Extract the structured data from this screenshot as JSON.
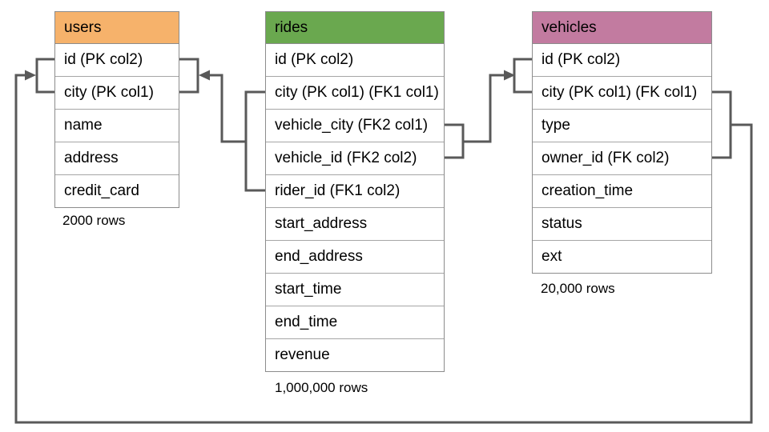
{
  "diagram": {
    "line_color": "#595959",
    "table_border_color": "#8c8c8c"
  },
  "tables": [
    {
      "name": "users",
      "color": "#f6b26b",
      "columns": [
        "id (PK col2)",
        "city (PK col1)",
        "name",
        "address",
        "credit_card"
      ],
      "row_count": "2000 rows"
    },
    {
      "name": "rides",
      "color": "#6aa84f",
      "columns": [
        "id (PK col2)",
        "city (PK col1) (FK1 col1)",
        "vehicle_city (FK2 col1)",
        "vehicle_id (FK2 col2)",
        "rider_id (FK1 col2)",
        "start_address",
        "end_address",
        "start_time",
        "end_time",
        "revenue"
      ],
      "row_count": "1,000,000 rows"
    },
    {
      "name": "vehicles",
      "color": "#c27ba0",
      "columns": [
        "id (PK col2)",
        "city (PK col1) (FK col1)",
        "type",
        "owner_id (FK col2)",
        "creation_time",
        "status",
        "ext"
      ],
      "row_count": "20,000 rows"
    }
  ],
  "relationships": [
    {
      "from": "rides (city FK1 col1, rider_id FK1 col2)",
      "to": "users (id, city)"
    },
    {
      "from": "rides (vehicle_city FK2 col1, vehicle_id FK2 col2)",
      "to": "vehicles (id, city)"
    },
    {
      "from": "vehicles (city FK col1, owner_id FK col2)",
      "to": "users (id, city)"
    }
  ]
}
